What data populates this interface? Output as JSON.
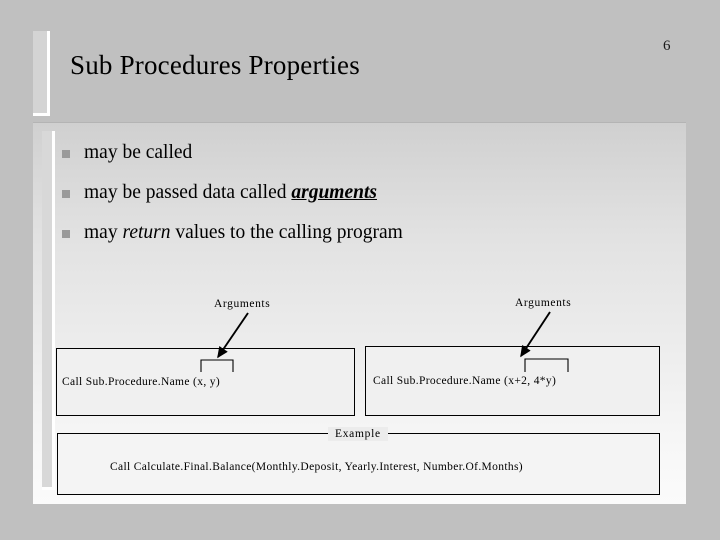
{
  "slide": {
    "title": "Sub Procedures Properties",
    "page_number": "6",
    "background_color": "#c0c0c0"
  },
  "bullets": [
    {
      "marker": "square-bullet",
      "segments": [
        {
          "text": "may be called",
          "style": "normal"
        }
      ]
    },
    {
      "marker": "square-bullet",
      "segments": [
        {
          "text": "may be passed data called ",
          "style": "normal"
        },
        {
          "text": "arguments",
          "style": "bold-italic-underline"
        }
      ]
    },
    {
      "marker": "square-bullet",
      "segments": [
        {
          "text": "may ",
          "style": "normal"
        },
        {
          "text": "return",
          "style": "italic"
        },
        {
          "text": " values to the calling program",
          "style": "normal"
        }
      ]
    }
  ],
  "diagram": {
    "callouts": [
      {
        "label": "Arguments",
        "points_to": "args-bracket-1"
      },
      {
        "label": "Arguments",
        "points_to": "args-bracket-2"
      }
    ],
    "code_boxes": [
      {
        "code": "Call Sub.Procedure.Name (x, y)"
      },
      {
        "code": "Call Sub.Procedure.Name (x+2,  4*y)"
      }
    ]
  },
  "example": {
    "legend": "Example",
    "code": "Call Calculate.Final.Balance(Monthly.Deposit, Yearly.Interest, Number.Of.Months)"
  },
  "colors": {
    "slide_bg": "#c0c0c0",
    "panel_top": "#d0d0d0",
    "panel_bottom": "#fbfbfb",
    "bullet_marker": "#9a9a9a",
    "box_border": "#000000",
    "box_fill": "#f0f0f0",
    "text": "#000000"
  }
}
